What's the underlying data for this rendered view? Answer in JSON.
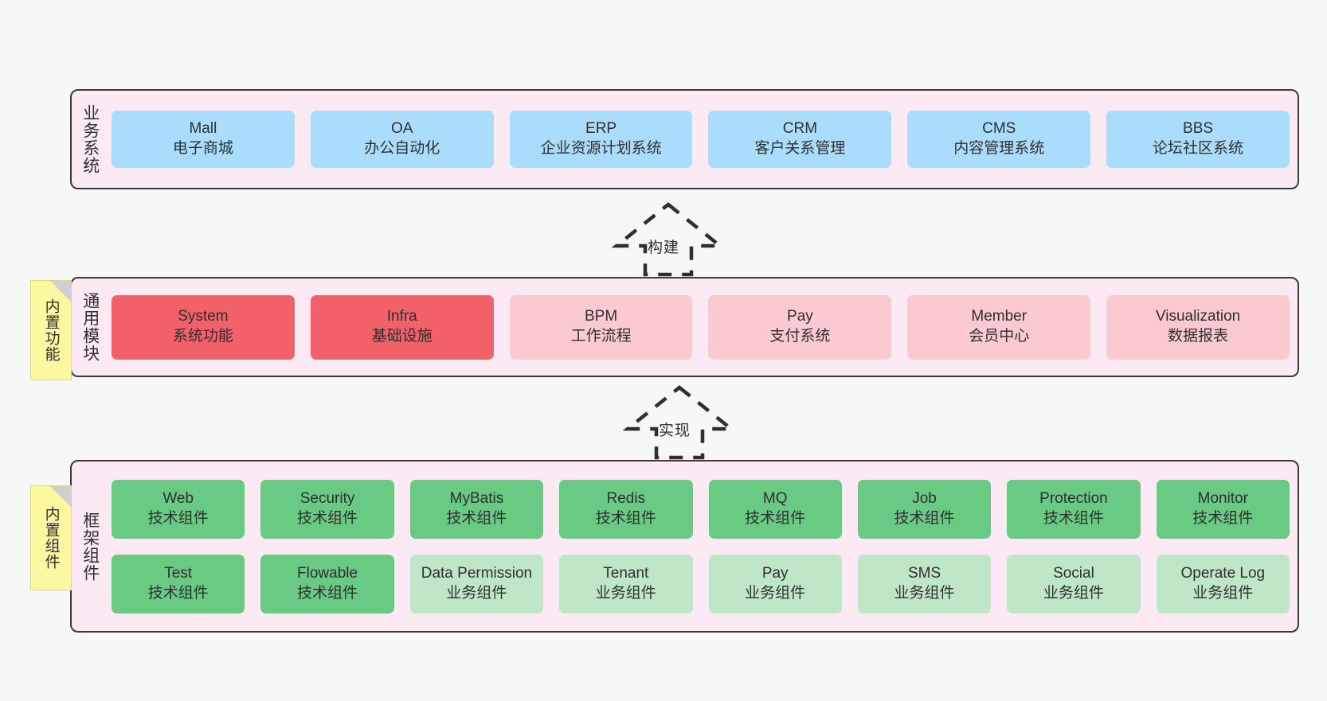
{
  "diagram": {
    "title_visible": false,
    "background": "#f7f7f7",
    "layers": [
      {
        "id": "business",
        "label": "业务系统",
        "palette": "#aadcfb"
      },
      {
        "id": "common",
        "label": "通用模块",
        "palette": "#f2616a"
      },
      {
        "id": "framework",
        "label": "框架组件",
        "palette": "#69ca84"
      }
    ]
  },
  "business": {
    "label": "业务系统",
    "items": [
      {
        "en": "Mall",
        "cn": "电子商城"
      },
      {
        "en": "OA",
        "cn": "办公自动化"
      },
      {
        "en": "ERP",
        "cn": "企业资源计划系统"
      },
      {
        "en": "CRM",
        "cn": "客户关系管理"
      },
      {
        "en": "CMS",
        "cn": "内容管理系统"
      },
      {
        "en": "BBS",
        "cn": "论坛社区系统"
      }
    ]
  },
  "common": {
    "label": "通用模块",
    "tag": "内置功能",
    "items": [
      {
        "en": "System",
        "cn": "系统功能",
        "tone": "strong"
      },
      {
        "en": "Infra",
        "cn": "基础设施",
        "tone": "strong"
      },
      {
        "en": "BPM",
        "cn": "工作流程",
        "tone": "light"
      },
      {
        "en": "Pay",
        "cn": "支付系统",
        "tone": "light"
      },
      {
        "en": "Member",
        "cn": "会员中心",
        "tone": "light"
      },
      {
        "en": "Visualization",
        "cn": "数据报表",
        "tone": "light"
      }
    ]
  },
  "framework": {
    "label": "框架组件",
    "tag": "内置组件",
    "row1": [
      {
        "en": "Web",
        "cn": "技术组件",
        "tone": "strong"
      },
      {
        "en": "Security",
        "cn": "技术组件",
        "tone": "strong"
      },
      {
        "en": "MyBatis",
        "cn": "技术组件",
        "tone": "strong"
      },
      {
        "en": "Redis",
        "cn": "技术组件",
        "tone": "strong"
      },
      {
        "en": "MQ",
        "cn": "技术组件",
        "tone": "strong"
      },
      {
        "en": "Job",
        "cn": "技术组件",
        "tone": "strong"
      },
      {
        "en": "Protection",
        "cn": "技术组件",
        "tone": "strong"
      },
      {
        "en": "Monitor",
        "cn": "技术组件",
        "tone": "strong"
      }
    ],
    "row2": [
      {
        "en": "Test",
        "cn": "技术组件",
        "tone": "strong"
      },
      {
        "en": "Flowable",
        "cn": "技术组件",
        "tone": "strong"
      },
      {
        "en": "Data Permission",
        "cn": "业务组件",
        "tone": "light"
      },
      {
        "en": "Tenant",
        "cn": "业务组件",
        "tone": "light"
      },
      {
        "en": "Pay",
        "cn": "业务组件",
        "tone": "light"
      },
      {
        "en": "SMS",
        "cn": "业务组件",
        "tone": "light"
      },
      {
        "en": "Social",
        "cn": "业务组件",
        "tone": "light"
      },
      {
        "en": "Operate Log",
        "cn": "业务组件",
        "tone": "light"
      }
    ]
  },
  "connectors": {
    "build": {
      "label": "构建",
      "style": "dashed-block-arrow-up"
    },
    "implement": {
      "label": "实现",
      "style": "dashed-block-arrow-up"
    }
  },
  "colors": {
    "band_fill": "#fbeaf4",
    "band_border": "#3b3b3b",
    "blue": "#aadcfb",
    "red": "#f2616a",
    "pink": "#fbc9d0",
    "green": "#69ca84",
    "light_green": "#bfe7c7",
    "sticky": "#fbf8a0",
    "sticky_fold": "#cfcfcf"
  }
}
